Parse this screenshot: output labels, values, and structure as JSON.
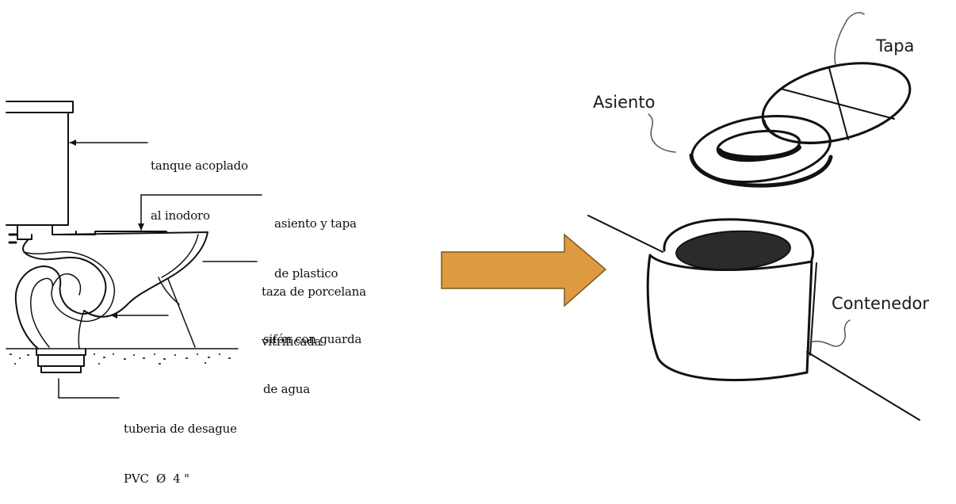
{
  "left_diagram": {
    "labels": {
      "tank_line1": "tanque acoplado",
      "tank_line2": "al inodoro",
      "seat_line1": "asiento y tapa",
      "seat_line2": "de plastico",
      "bowl_line1": "taza de porcelana",
      "bowl_line2": "vitrificada",
      "siphon_line1": "sifón con guarda",
      "siphon_line2": "de agua",
      "pipe_line1": "tuberia de desague",
      "pipe_line2": "PVC  Ø  4 \""
    }
  },
  "arrow": {
    "color": "#DE9A3E",
    "stroke": "#7A5A20"
  },
  "right_diagram": {
    "labels": {
      "lid": "Tapa",
      "seat": "Asiento",
      "container": "Contenedor"
    }
  }
}
